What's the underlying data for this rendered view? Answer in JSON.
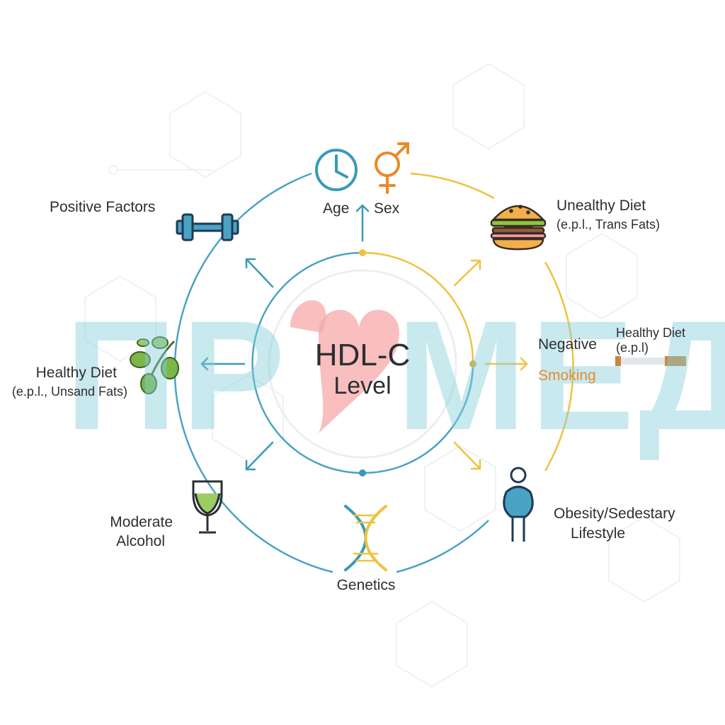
{
  "center": {
    "title": "HDL-C",
    "subtitle": "Level"
  },
  "factors": {
    "age": "Age",
    "sex": "Sex",
    "positive_factors": "Positive Factors",
    "unhealthy_diet": "Unealthy Diet",
    "unhealthy_diet_example": "(e.p.l., Trans Fats)",
    "negative": "Negative",
    "smoking": "Smoking",
    "healthy_diet_right": "Healthy Diet",
    "healthy_diet_right_example": "(e.p.l)",
    "healthy_diet_left": "Healthy Diet",
    "healthy_diet_left_example": "(e.p.l., Unsand Fats)",
    "moderate_alcohol_1": "Moderate",
    "moderate_alcohol_2": "Alcohol",
    "genetics": "Genetics",
    "obesity_1": "Obesity/Sedestary",
    "obesity_2": "Lifestyle"
  },
  "watermark": {
    "left": "ПР",
    "right": "МЕД"
  },
  "colors": {
    "teal": "#3a9ab8",
    "yellow": "#f0c23e",
    "orange": "#e88a2a",
    "green": "#7ab648",
    "heart": "#f7a8a8",
    "text": "#2b2f33"
  },
  "icons": [
    "clock-icon",
    "gender-icon",
    "dumbbell-icon",
    "burger-icon",
    "cigarette-icon",
    "olive-branch-icon",
    "wine-glass-icon",
    "dna-icon",
    "person-icon",
    "heart-icon"
  ]
}
